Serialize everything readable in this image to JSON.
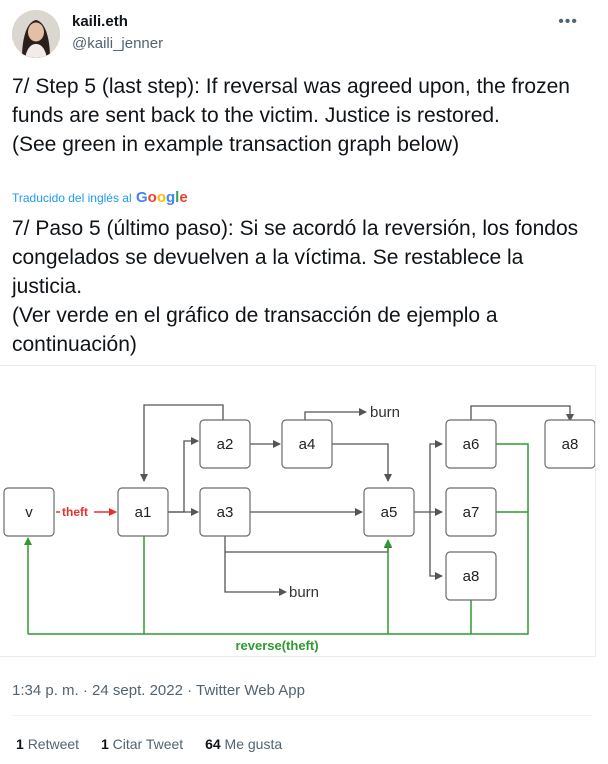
{
  "author": {
    "name": "kaili.eth",
    "handle": "@kaili_jenner"
  },
  "tweet": {
    "text_en": "7/ Step 5 (last step): If reversal was agreed upon, the frozen funds are sent back to the victim. Justice is restored.\n(See green in example transaction graph below)",
    "translated_label": "Traducido del inglés al",
    "translator": [
      "G",
      "o",
      "o",
      "g",
      "l",
      "e"
    ],
    "text_es": "7/ Paso 5 (último paso): Si se acordó la reversión, los fondos congelados se devuelven a la víctima. Se restablece la justicia.\n(Ver verde en el gráfico de transacción de ejemplo a continuación)"
  },
  "graph": {
    "nodes": {
      "v": "v",
      "a1": "a1",
      "a2": "a2",
      "a3": "a3",
      "a4": "a4",
      "a5": "a5",
      "a6": "a6",
      "a7": "a7",
      "a8_bottom": "a8",
      "a8_right": "a8"
    },
    "labels": {
      "theft": "theft",
      "burn_top": "burn",
      "burn_bottom": "burn",
      "reverse": "reverse(theft)"
    },
    "colors": {
      "theft": "#e8302b",
      "reverse": "#2e9b2e",
      "flow": "#555555",
      "node_border": "#6b6b6b"
    }
  },
  "meta": {
    "timestamp": "1:34 p. m. · 24 sept. 2022 · Twitter Web App"
  },
  "stats": {
    "retweets": "1",
    "retweets_label": "Retweet",
    "quotes": "1",
    "quotes_label": "Citar Tweet",
    "likes": "64",
    "likes_label": "Me gusta"
  }
}
